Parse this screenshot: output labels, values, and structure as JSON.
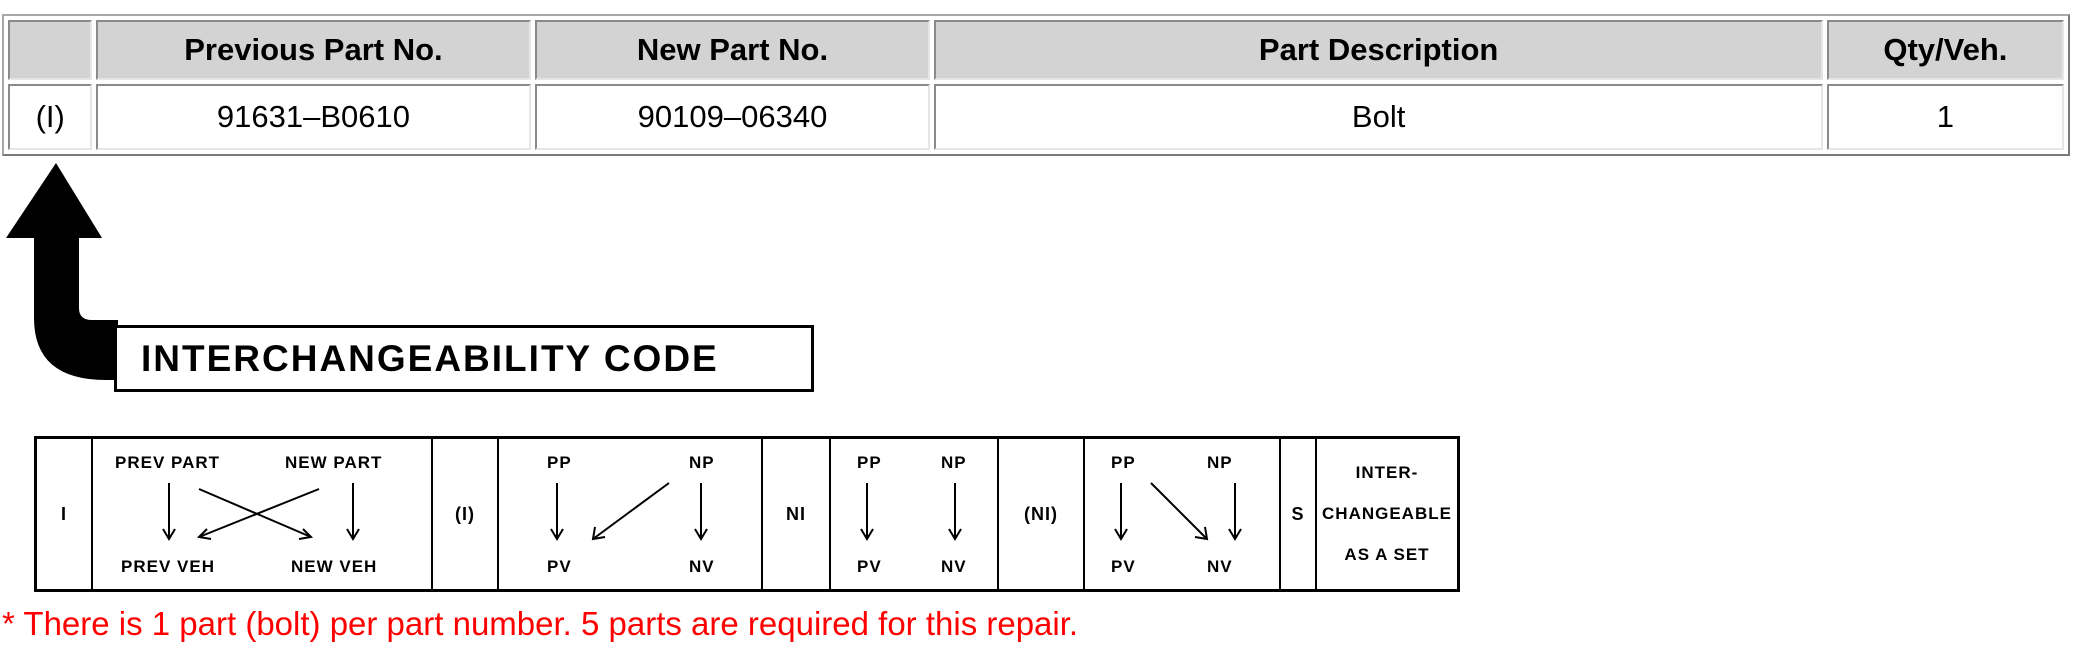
{
  "table": {
    "headers": [
      "",
      "Previous Part No.",
      "New Part No.",
      "Part Description",
      "Qty/Veh."
    ],
    "rows": [
      [
        "(I)",
        "91631–B0610",
        "90109–06340",
        "Bolt",
        "1"
      ]
    ]
  },
  "interchangeability": {
    "label": "INTERCHANGEABILITY CODE"
  },
  "legend": {
    "i": {
      "code": "I",
      "top_left": "PREV PART",
      "top_right": "NEW PART",
      "bottom_left": "PREV VEH",
      "bottom_right": "NEW VEH"
    },
    "paren_i": {
      "code": "(I)",
      "top_left": "PP",
      "top_right": "NP",
      "bottom_left": "PV",
      "bottom_right": "NV"
    },
    "ni": {
      "code": "NI",
      "top_left": "PP",
      "top_right": "NP",
      "bottom_left": "PV",
      "bottom_right": "NV"
    },
    "paren_ni": {
      "code": "(NI)",
      "top_left": "PP",
      "top_right": "NP",
      "bottom_left": "PV",
      "bottom_right": "NV"
    },
    "s": {
      "code": "S",
      "line1": "INTER-",
      "line2": "CHANGEABLE",
      "line3": "AS A SET"
    }
  },
  "footnote": "* There is 1 part (bolt) per part number. 5 parts are required for this repair.",
  "colors": {
    "header_bg": "#d3d3d3",
    "footnote": "#ff0000"
  }
}
